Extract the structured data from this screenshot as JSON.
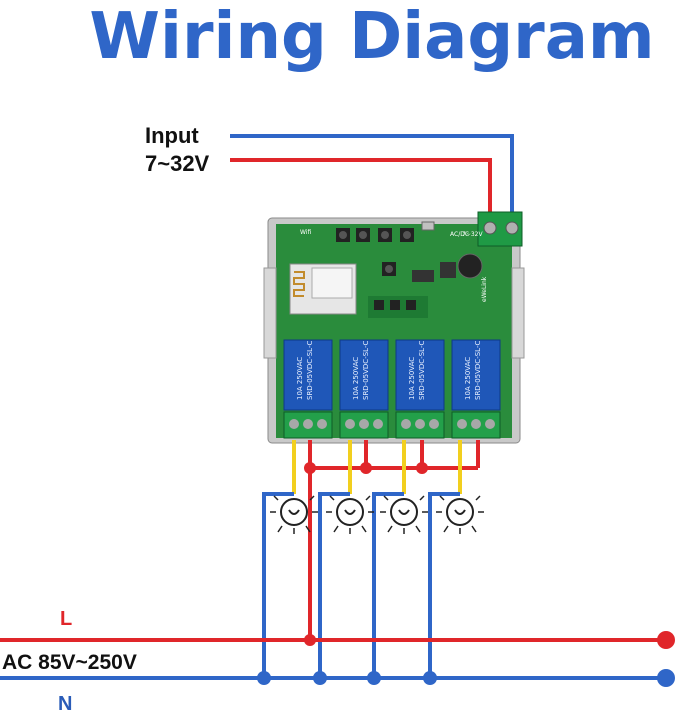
{
  "title": "Wiring Diagram",
  "input_label": "Input",
  "input_voltage": "7~32V",
  "line_label": "L",
  "neutral_label": "N",
  "ac_label": "AC 85V~250V",
  "board": {
    "wifi_text": "Wifi",
    "dc_text": "AC/DC",
    "voltage_text": "7~32V",
    "brand_text": "eWeLink",
    "relay_model": "SRD-05VDC-SL-C",
    "relay_rating": "10A 250VAC"
  },
  "colors": {
    "title": "#2f66c8",
    "live": "#e0262a",
    "neutral": "#2f66c8",
    "load_wire": "#f2cf1e",
    "pcb": "#2a8c3c",
    "relay": "#1f57b8",
    "terminal": "#23a04a"
  },
  "loads": [
    {
      "name": "lamp-1"
    },
    {
      "name": "lamp-2"
    },
    {
      "name": "lamp-3"
    },
    {
      "name": "lamp-4"
    }
  ]
}
